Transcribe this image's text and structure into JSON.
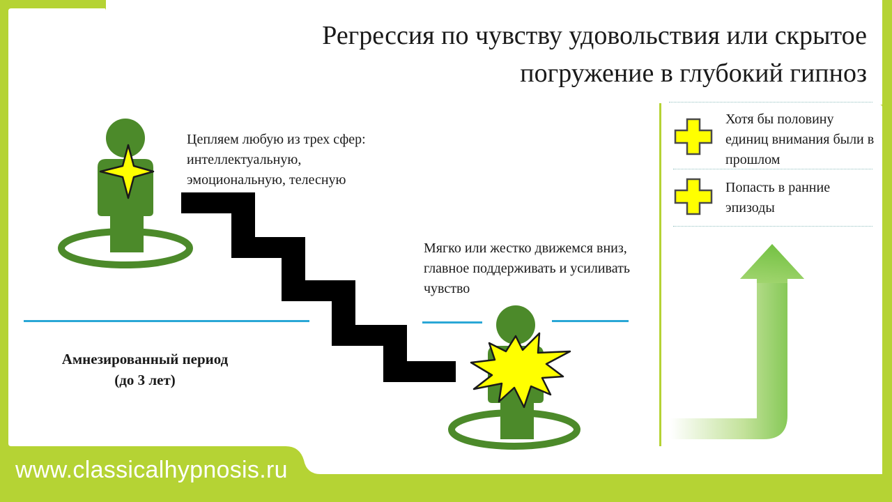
{
  "title": "Регрессия по чувству удовольствия или скрытое погружение в глубокий гипноз",
  "steps": {
    "top_text": "Цепляем любую из трех сфер: интеллектуальную, эмоциональную, телесную",
    "down_text": "Мягко или жестко движемся вниз, главное поддерживать и усиливать чувство"
  },
  "period": {
    "line1": "Амнезированный период",
    "line2": "(до 3 лет)"
  },
  "benefits": [
    {
      "text": "Хотя бы половину единиц внимания были в прошлом"
    },
    {
      "text": "Попасть в ранние эпизоды"
    }
  ],
  "footer": {
    "url": "www.classicalhypnosis.ru"
  },
  "icons": [
    "head-spiral-logo-icon",
    "person-icon",
    "star-icon",
    "burst-icon",
    "plus-icon",
    "up-arrow-icon"
  ],
  "colors": {
    "lime": "#b5d334",
    "green": "#4c8a2a",
    "yellow": "#ffff00",
    "blue": "#2aa7d6"
  }
}
